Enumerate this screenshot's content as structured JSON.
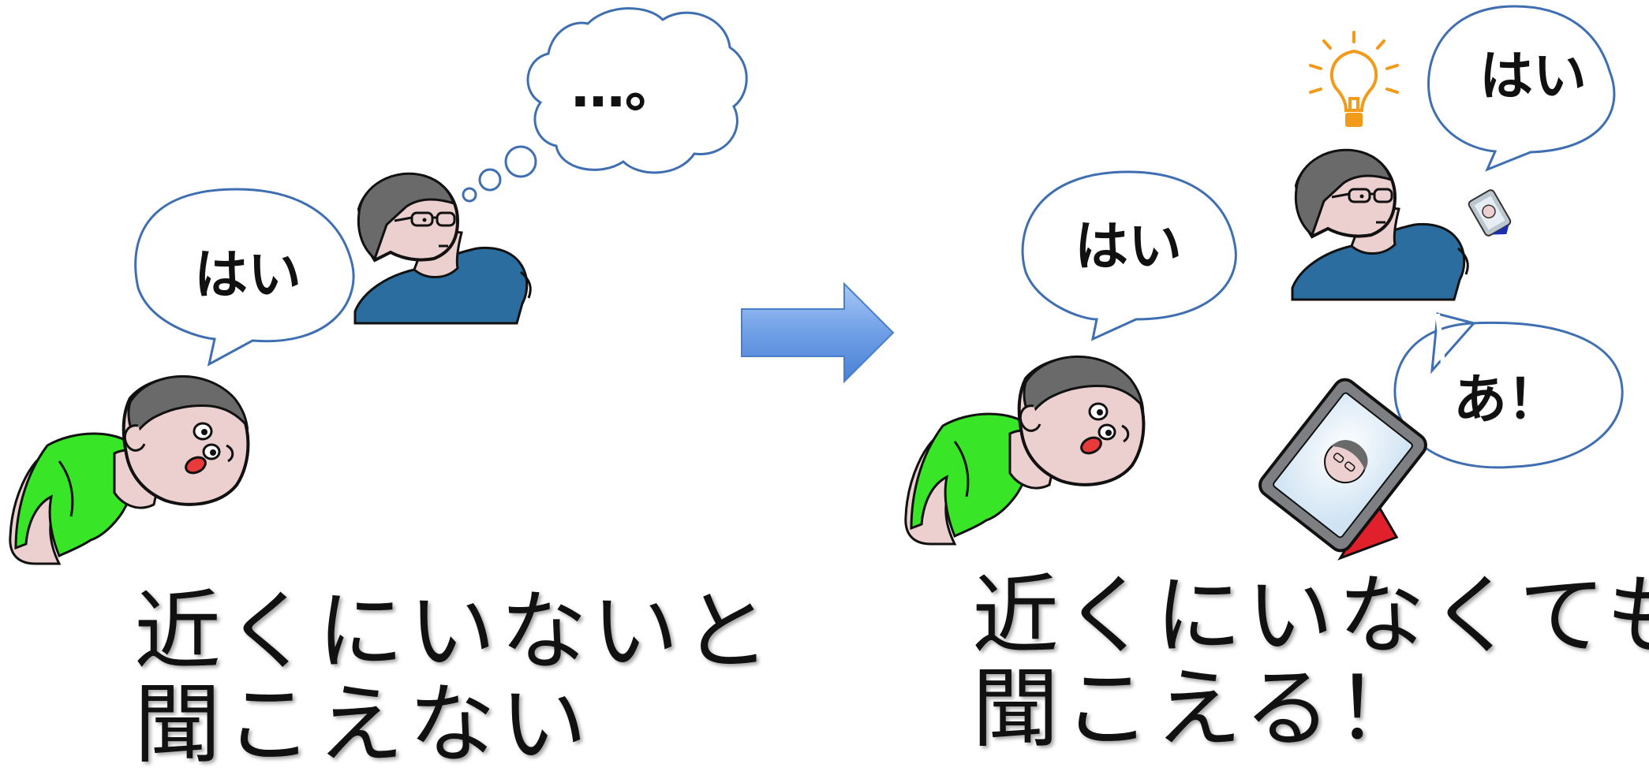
{
  "left": {
    "speech_text": "はい",
    "thought_text": "…。",
    "caption_line1": "近くにいないと",
    "caption_line2": "聞こえない"
  },
  "right": {
    "speech_text_child": "はい",
    "speech_text_adult": "はい",
    "speech_text_exclaim": "あ！",
    "caption_line1": "近くにいなくても",
    "caption_line2": "聞こえる！"
  },
  "colors": {
    "bubble_stroke": "#3f6fb0",
    "arrow_fill": "#6f9fe6",
    "child_shirt": "#39e627",
    "adult_shirt": "#2a6d9e",
    "skin": "#ecd0d0",
    "hair": "#6a6a6a",
    "bulb": "#f29a1a",
    "tablet_case": "#e0202a"
  },
  "icons": [
    "thought-cloud-icon",
    "arrow-right-icon",
    "lightbulb-icon",
    "tablet-icon",
    "mini-tablet-icon"
  ]
}
